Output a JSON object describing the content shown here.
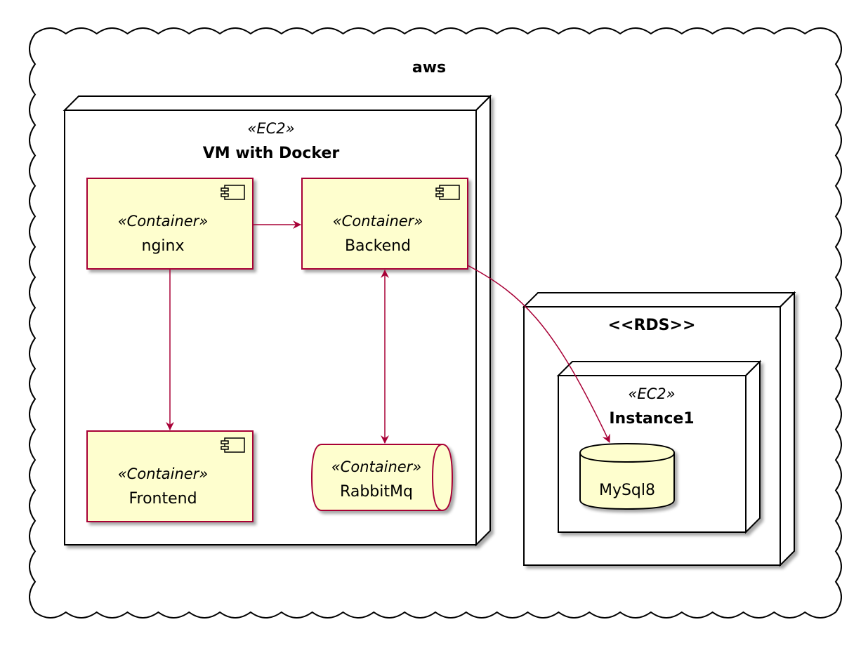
{
  "cloud": {
    "label": "aws"
  },
  "vm_node": {
    "stereotype": "«EC2»",
    "title": "VM with Docker"
  },
  "rds_node": {
    "title": "<<RDS>>"
  },
  "instance_node": {
    "stereotype": "«EC2»",
    "title": "Instance1"
  },
  "components": {
    "nginx": {
      "stereotype": "«Container»",
      "name": "nginx"
    },
    "backend": {
      "stereotype": "«Container»",
      "name": "Backend"
    },
    "frontend": {
      "stereotype": "«Container»",
      "name": "Frontend"
    },
    "rabbitmq": {
      "stereotype": "«Container»",
      "name": "RabbitMq"
    }
  },
  "database": {
    "name": "MySql8"
  },
  "colors": {
    "component_fill": "#FEFECE",
    "component_border": "#A80036",
    "arrow": "#A80036",
    "node_border": "#000000",
    "shadow": "#C8C8C8"
  }
}
